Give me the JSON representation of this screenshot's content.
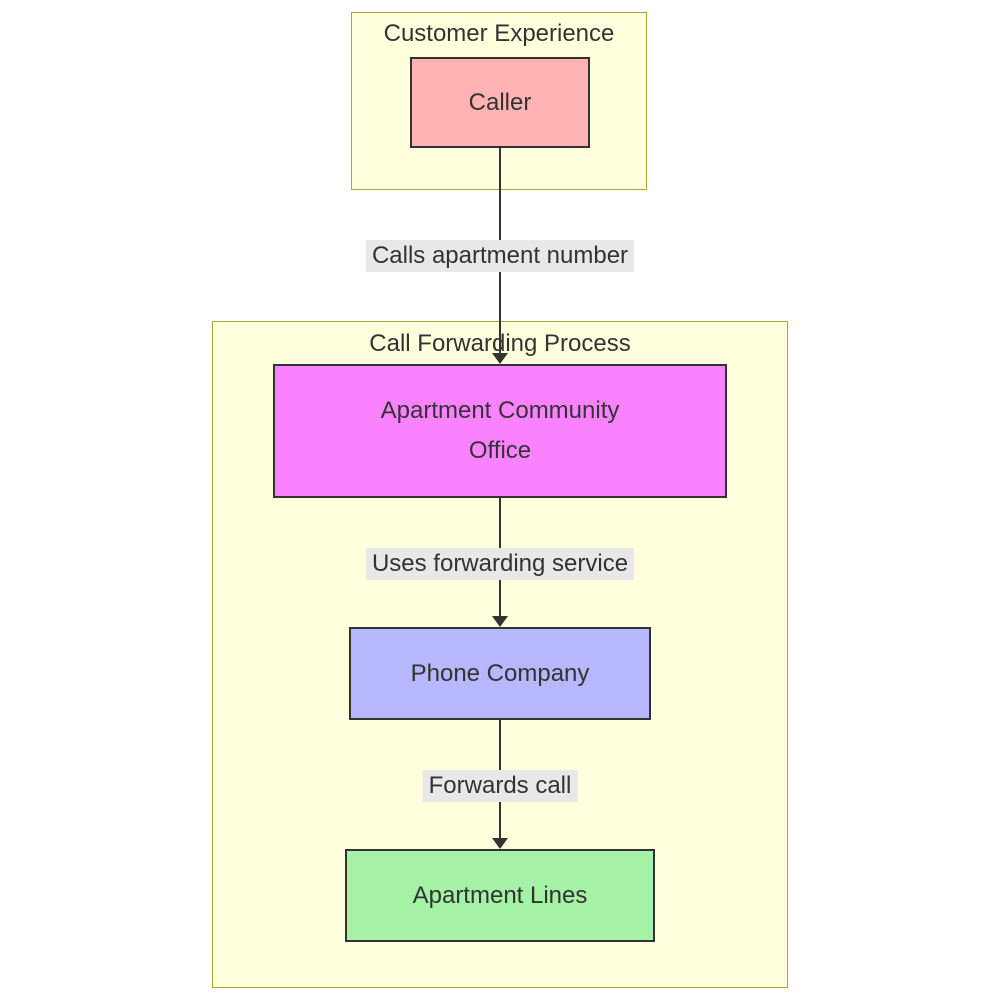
{
  "diagram": {
    "type": "flowchart",
    "direction": "top-down",
    "text_color": "#333333",
    "line_color": "#333333",
    "edge_label_bg": "#e8e8e8",
    "subgraphs": {
      "customer_experience": {
        "title": "Customer Experience",
        "fill": "#ffffde",
        "border": "#aaaa33"
      },
      "call_forwarding": {
        "title": "Call Forwarding Process",
        "fill": "#ffffde",
        "border": "#aaaa33"
      }
    },
    "nodes": {
      "caller": {
        "label": "Caller",
        "fill": "#ffb3b3",
        "border": "#333333"
      },
      "office": {
        "label": "Apartment Community Office",
        "lines": [
          "Apartment Community",
          "Office"
        ],
        "fill": "#fa82ff",
        "border": "#333333"
      },
      "phone_company": {
        "label": "Phone Company",
        "fill": "#b7b7fd",
        "border": "#333333"
      },
      "apartment_lines": {
        "label": "Apartment Lines",
        "fill": "#a5f1a5",
        "border": "#333333"
      }
    },
    "edges": {
      "caller_to_office": {
        "label": "Calls apartment number"
      },
      "office_to_phone": {
        "label": "Uses forwarding service"
      },
      "phone_to_lines": {
        "label": "Forwards call"
      }
    }
  }
}
